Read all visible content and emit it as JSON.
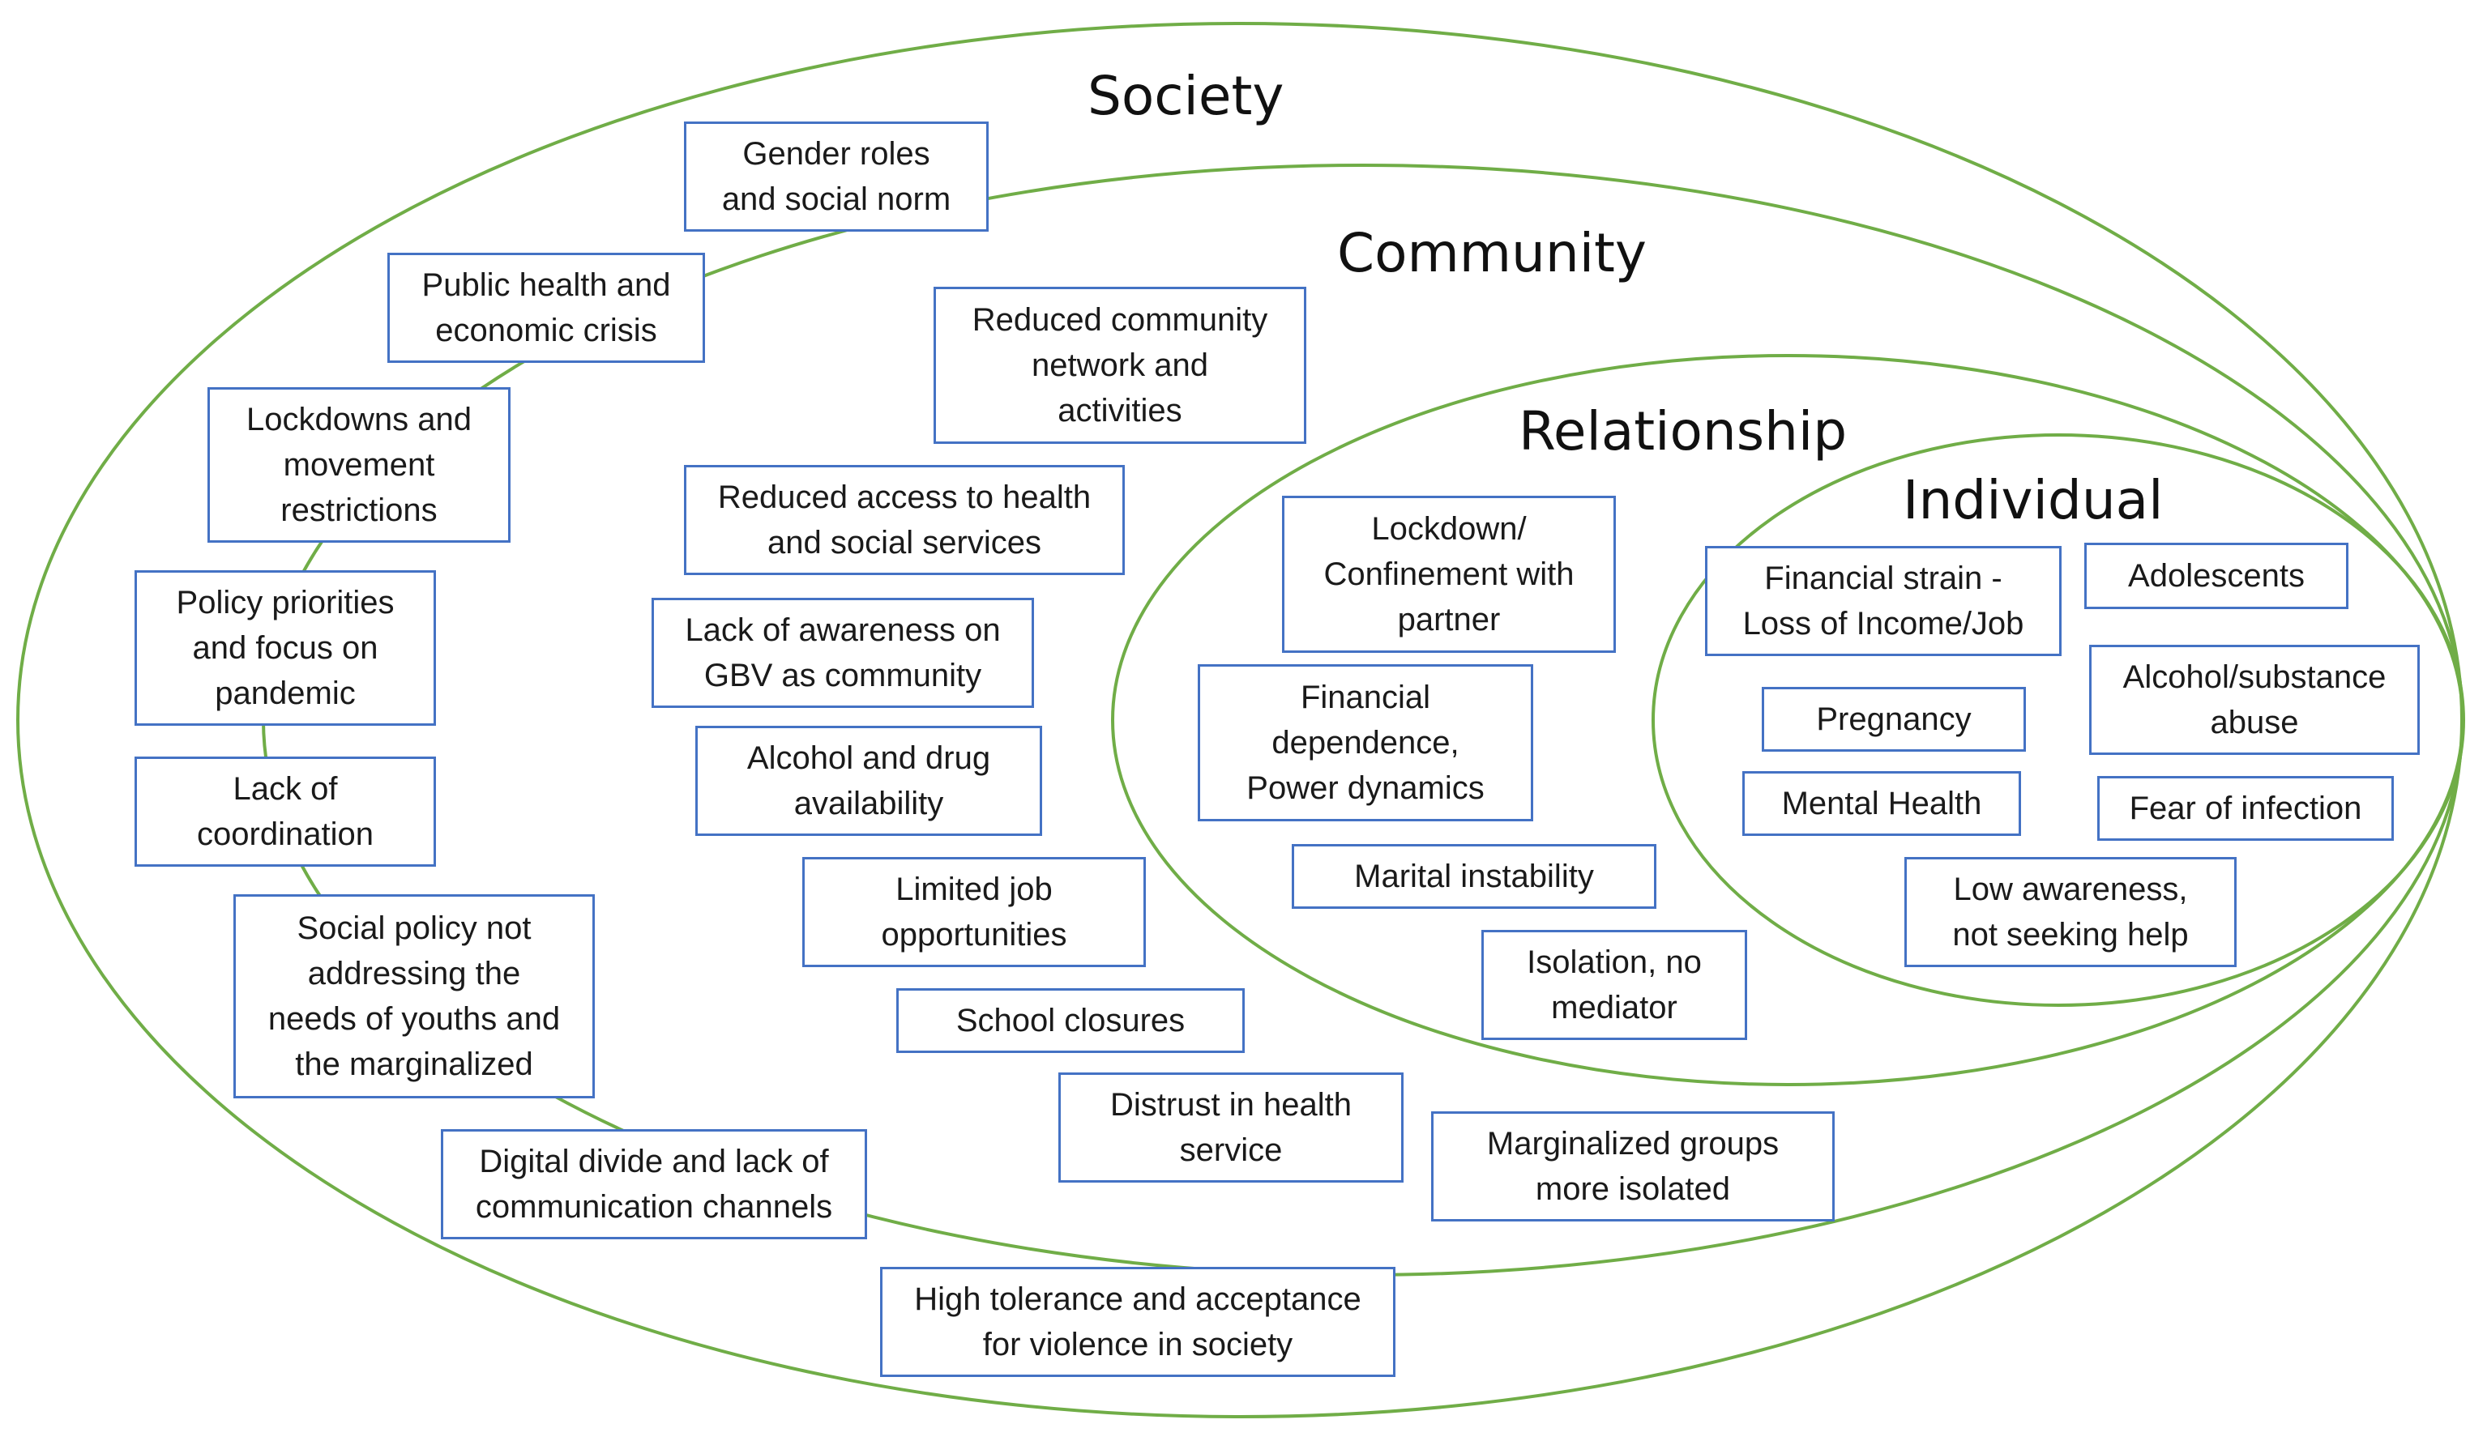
{
  "colors": {
    "ring": "#70ad47",
    "box_border": "#4472c4",
    "text": "#1a1a1a"
  },
  "levels": {
    "society": "Society",
    "community": "Community",
    "relationship": "Relationship",
    "individual": "Individual"
  },
  "factors": {
    "society": [
      "Gender roles\nand social norm",
      "Public health and\neconomic  crisis",
      "Lockdowns and\nmovement\nrestrictions",
      "Policy priorities\nand focus on\npandemic",
      "Lack of\ncoordination",
      "Social policy not\naddressing the\nneeds of youths and\nthe marginalized",
      "Digital divide and lack of\ncommunication channels",
      "High tolerance and acceptance\nfor violence in society"
    ],
    "community": [
      "Reduced community\nnetwork and\nactivities",
      "Reduced access to health\nand social services",
      "Lack of awareness on\nGBV as community",
      "Alcohol and drug\navailability",
      "Limited job\nopportunities",
      "School closures",
      "Distrust in health\nservice",
      "Marginalized groups\nmore isolated"
    ],
    "relationship": [
      "Lockdown/\nConfinement with\npartner",
      "Financial\ndependence,\nPower dynamics",
      "Marital instability",
      "Isolation, no\nmediator"
    ],
    "individual": [
      "Financial strain -\nLoss of Income/Job",
      "Adolescents",
      "Pregnancy",
      "Alcohol/substance\nabuse",
      "Mental Health",
      "Fear of infection",
      "Low awareness,\nnot seeking help"
    ]
  }
}
